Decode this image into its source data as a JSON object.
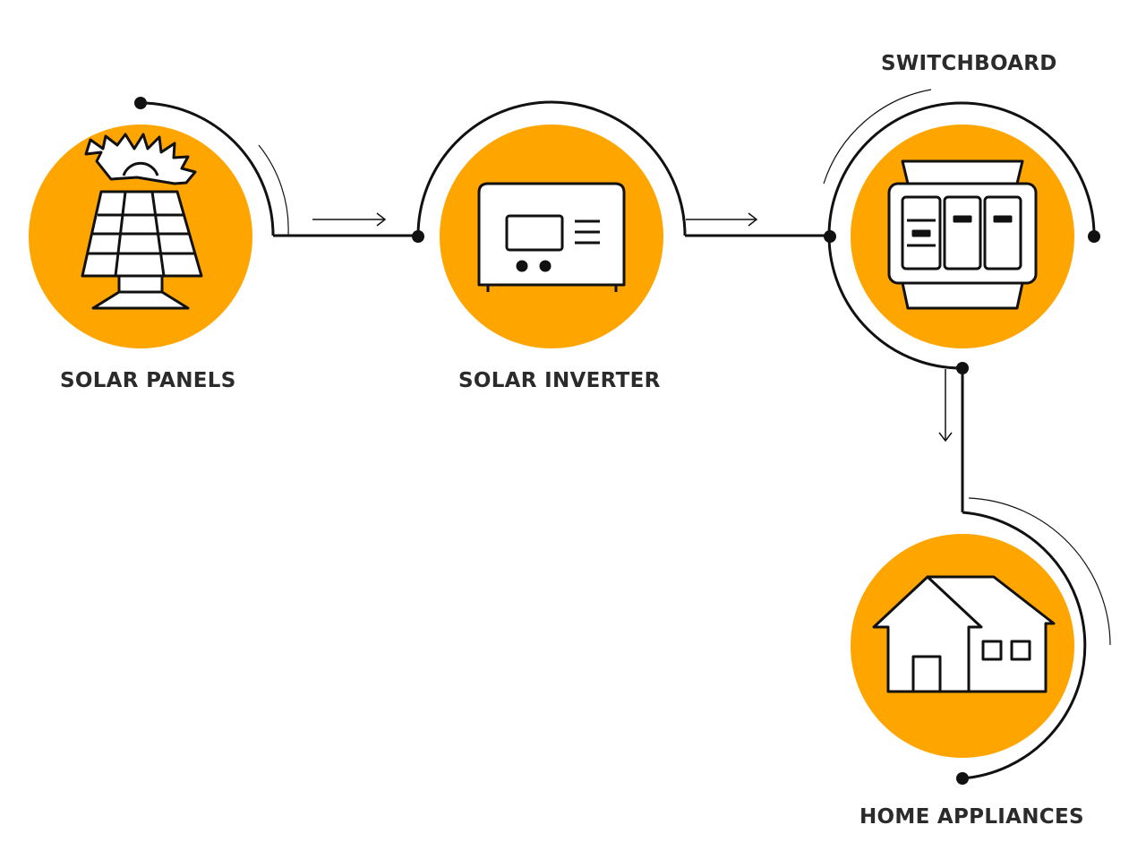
{
  "colors": {
    "accent": "#FFA500",
    "line": "#111111",
    "icon_stroke": "#111111",
    "icon_fill": "#ffffff"
  },
  "nodes": [
    {
      "id": "solar-panels",
      "label": "SOLAR PANELS",
      "icon": "solar-panel-icon"
    },
    {
      "id": "solar-inverter",
      "label": "SOLAR INVERTER",
      "icon": "inverter-icon"
    },
    {
      "id": "switchboard",
      "label": "SWITCHBOARD",
      "icon": "switchboard-icon"
    },
    {
      "id": "home-appliances",
      "label": "HOME APPLIANCES",
      "icon": "house-icon"
    }
  ],
  "flow": [
    {
      "from": "solar-panels",
      "to": "solar-inverter",
      "direction": "right"
    },
    {
      "from": "solar-inverter",
      "to": "switchboard",
      "direction": "right"
    },
    {
      "from": "switchboard",
      "to": "home-appliances",
      "direction": "down"
    }
  ]
}
